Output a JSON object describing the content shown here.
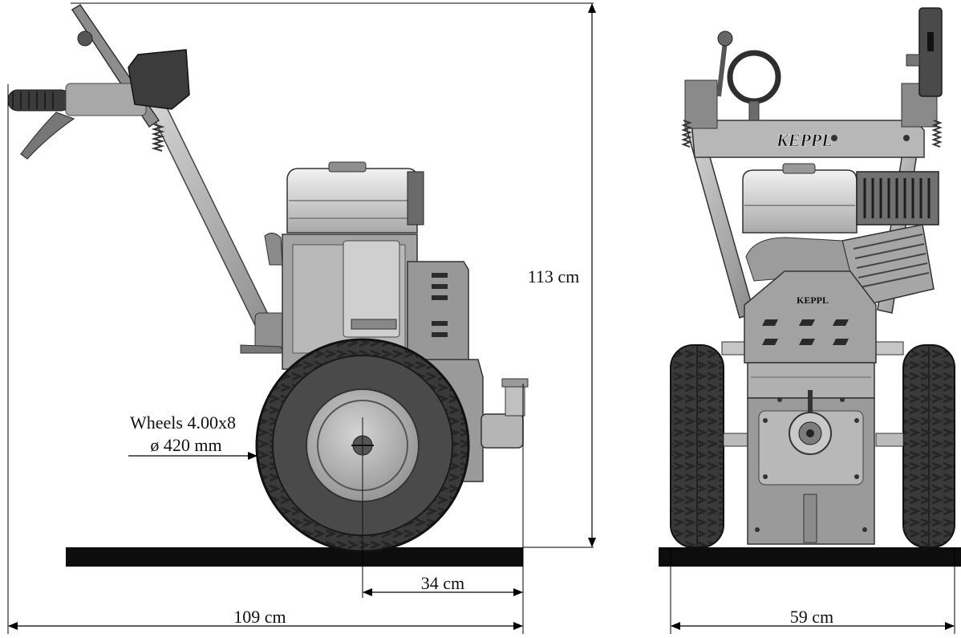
{
  "dimensions": {
    "height_label": "113 cm",
    "length_label": "109 cm",
    "axle_offset_label": "34 cm",
    "width_label": "59 cm"
  },
  "wheel_callout": {
    "line1": "Wheels 4.00x8",
    "line2": "ø 420 mm"
  },
  "logo": {
    "brand_top": "KEPPL",
    "brand_plate": "KEPPL"
  },
  "colors": {
    "metal_light": "#bdbdbd",
    "metal_mid": "#8e8e8e",
    "metal_dark": "#5e5e5e",
    "tire": "#3f3f3f",
    "ground": "#0d0d0d"
  }
}
